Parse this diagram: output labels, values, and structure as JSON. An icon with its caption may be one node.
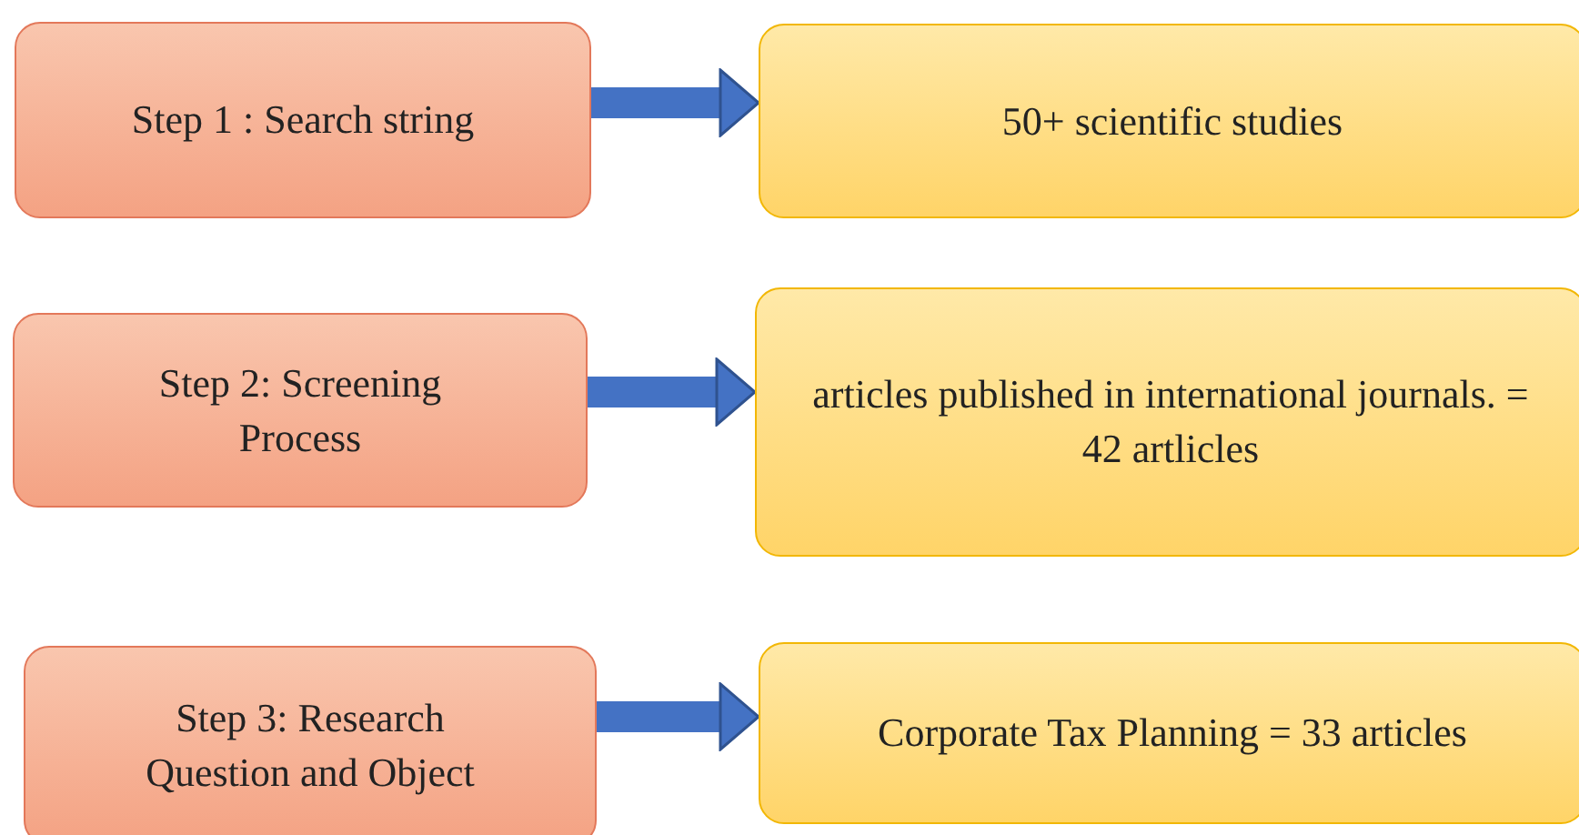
{
  "diagram": {
    "nodes": [
      {
        "text": [
          "Step 1 :  Search string"
        ]
      },
      {
        "text": [
          "Step 2: Screening Process"
        ]
      },
      {
        "text": [
          "Step 3: Research Question  and Object"
        ]
      },
      {
        "text": [
          "50+ scientific studies"
        ]
      },
      {
        "text": [
          "articles published in international journals. = 42 artlicles"
        ]
      },
      {
        "text": [
          "Corporate Tax Planning = 33 articles"
        ]
      }
    ],
    "edges": [
      {
        "from": 0,
        "to": 3,
        "arrow": "to"
      },
      {
        "from": 1,
        "to": 4,
        "arrow": "to"
      },
      {
        "from": 2,
        "to": 5,
        "arrow": "to"
      }
    ]
  }
}
